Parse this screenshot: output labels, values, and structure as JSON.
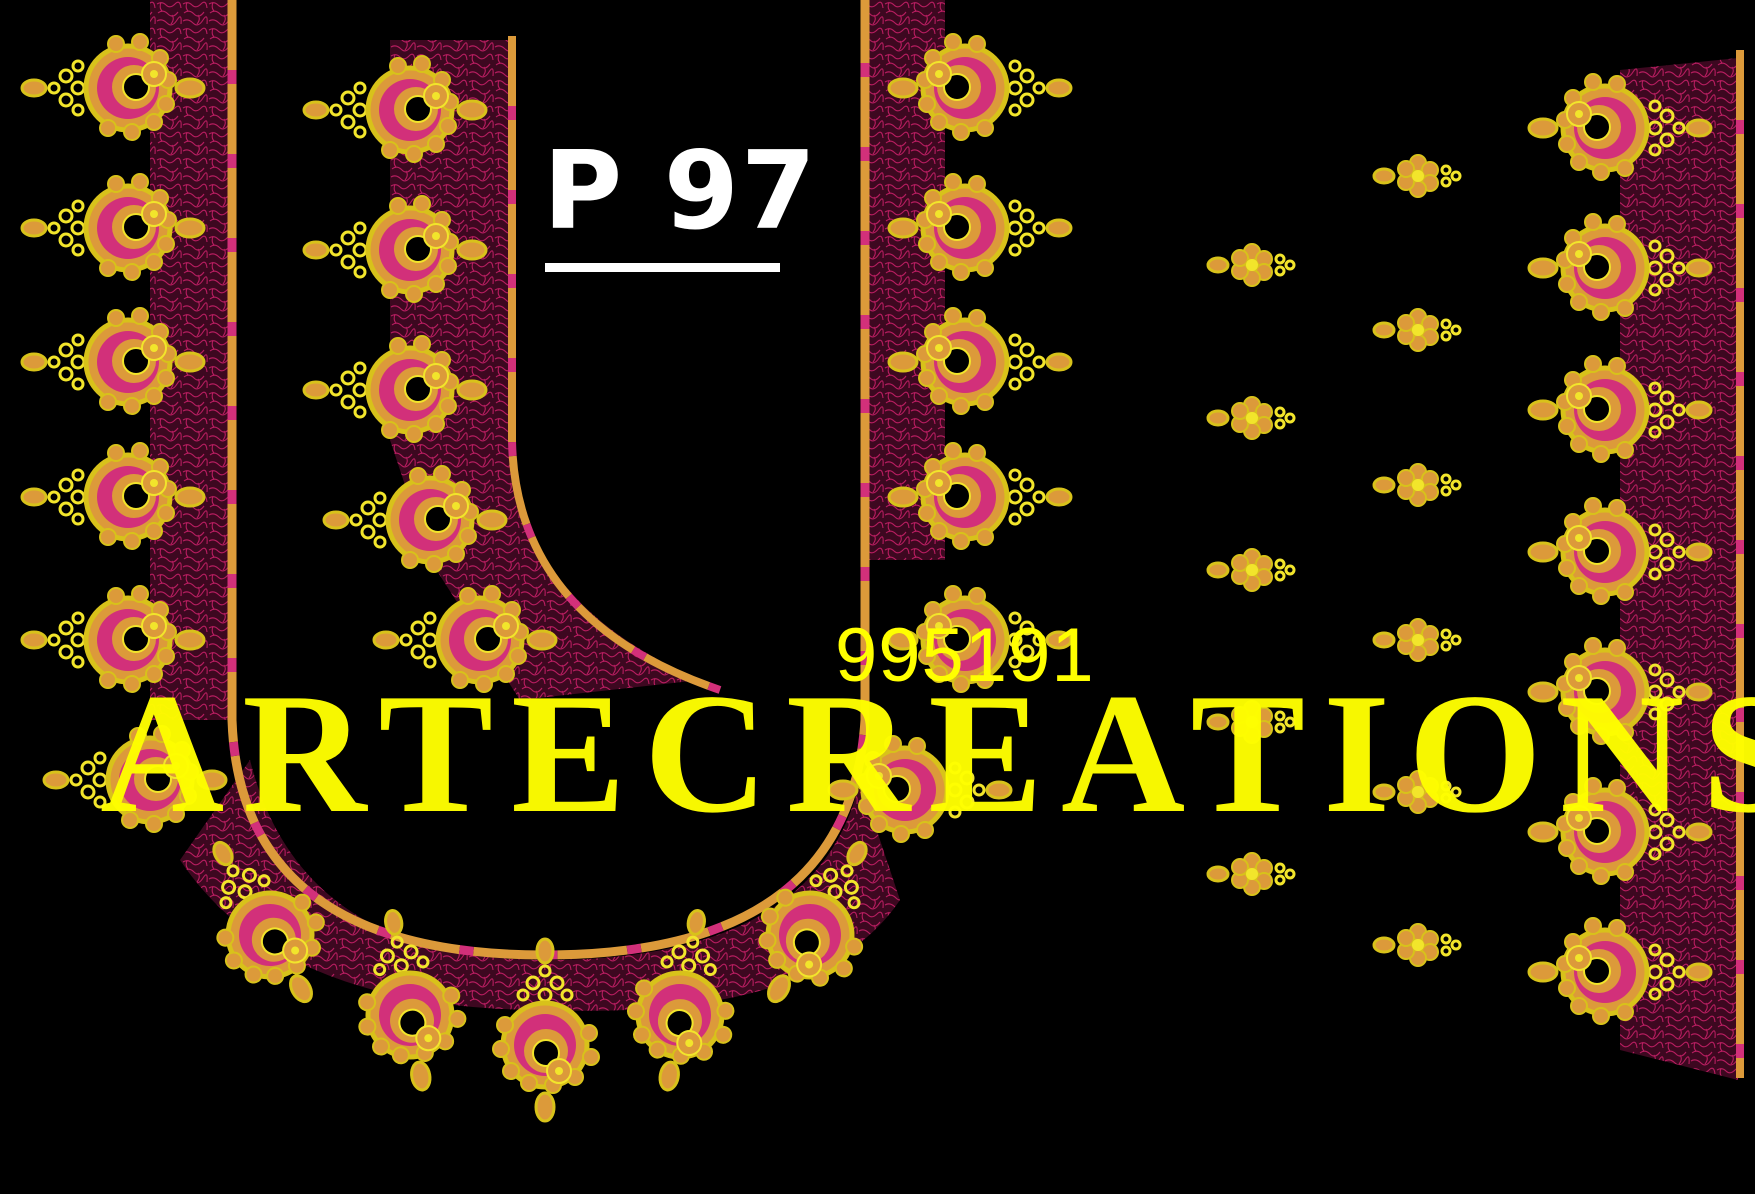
{
  "design": {
    "code": "P 97",
    "phone": "995191",
    "watermark": "ARTECREATIONS"
  },
  "palette": {
    "background": "#000000",
    "gold": "#d8c21a",
    "yellow": "#f2e52b",
    "orange": "#dc9a3a",
    "pink": "#d2307a",
    "maroon": "#4a0a26",
    "stitch": "#c21f66"
  },
  "motifs": {
    "left_panel": "chandbali-motif",
    "sleeve_border": "chandbali-motif",
    "sleeve_buttis": "flower-butti-motif"
  }
}
